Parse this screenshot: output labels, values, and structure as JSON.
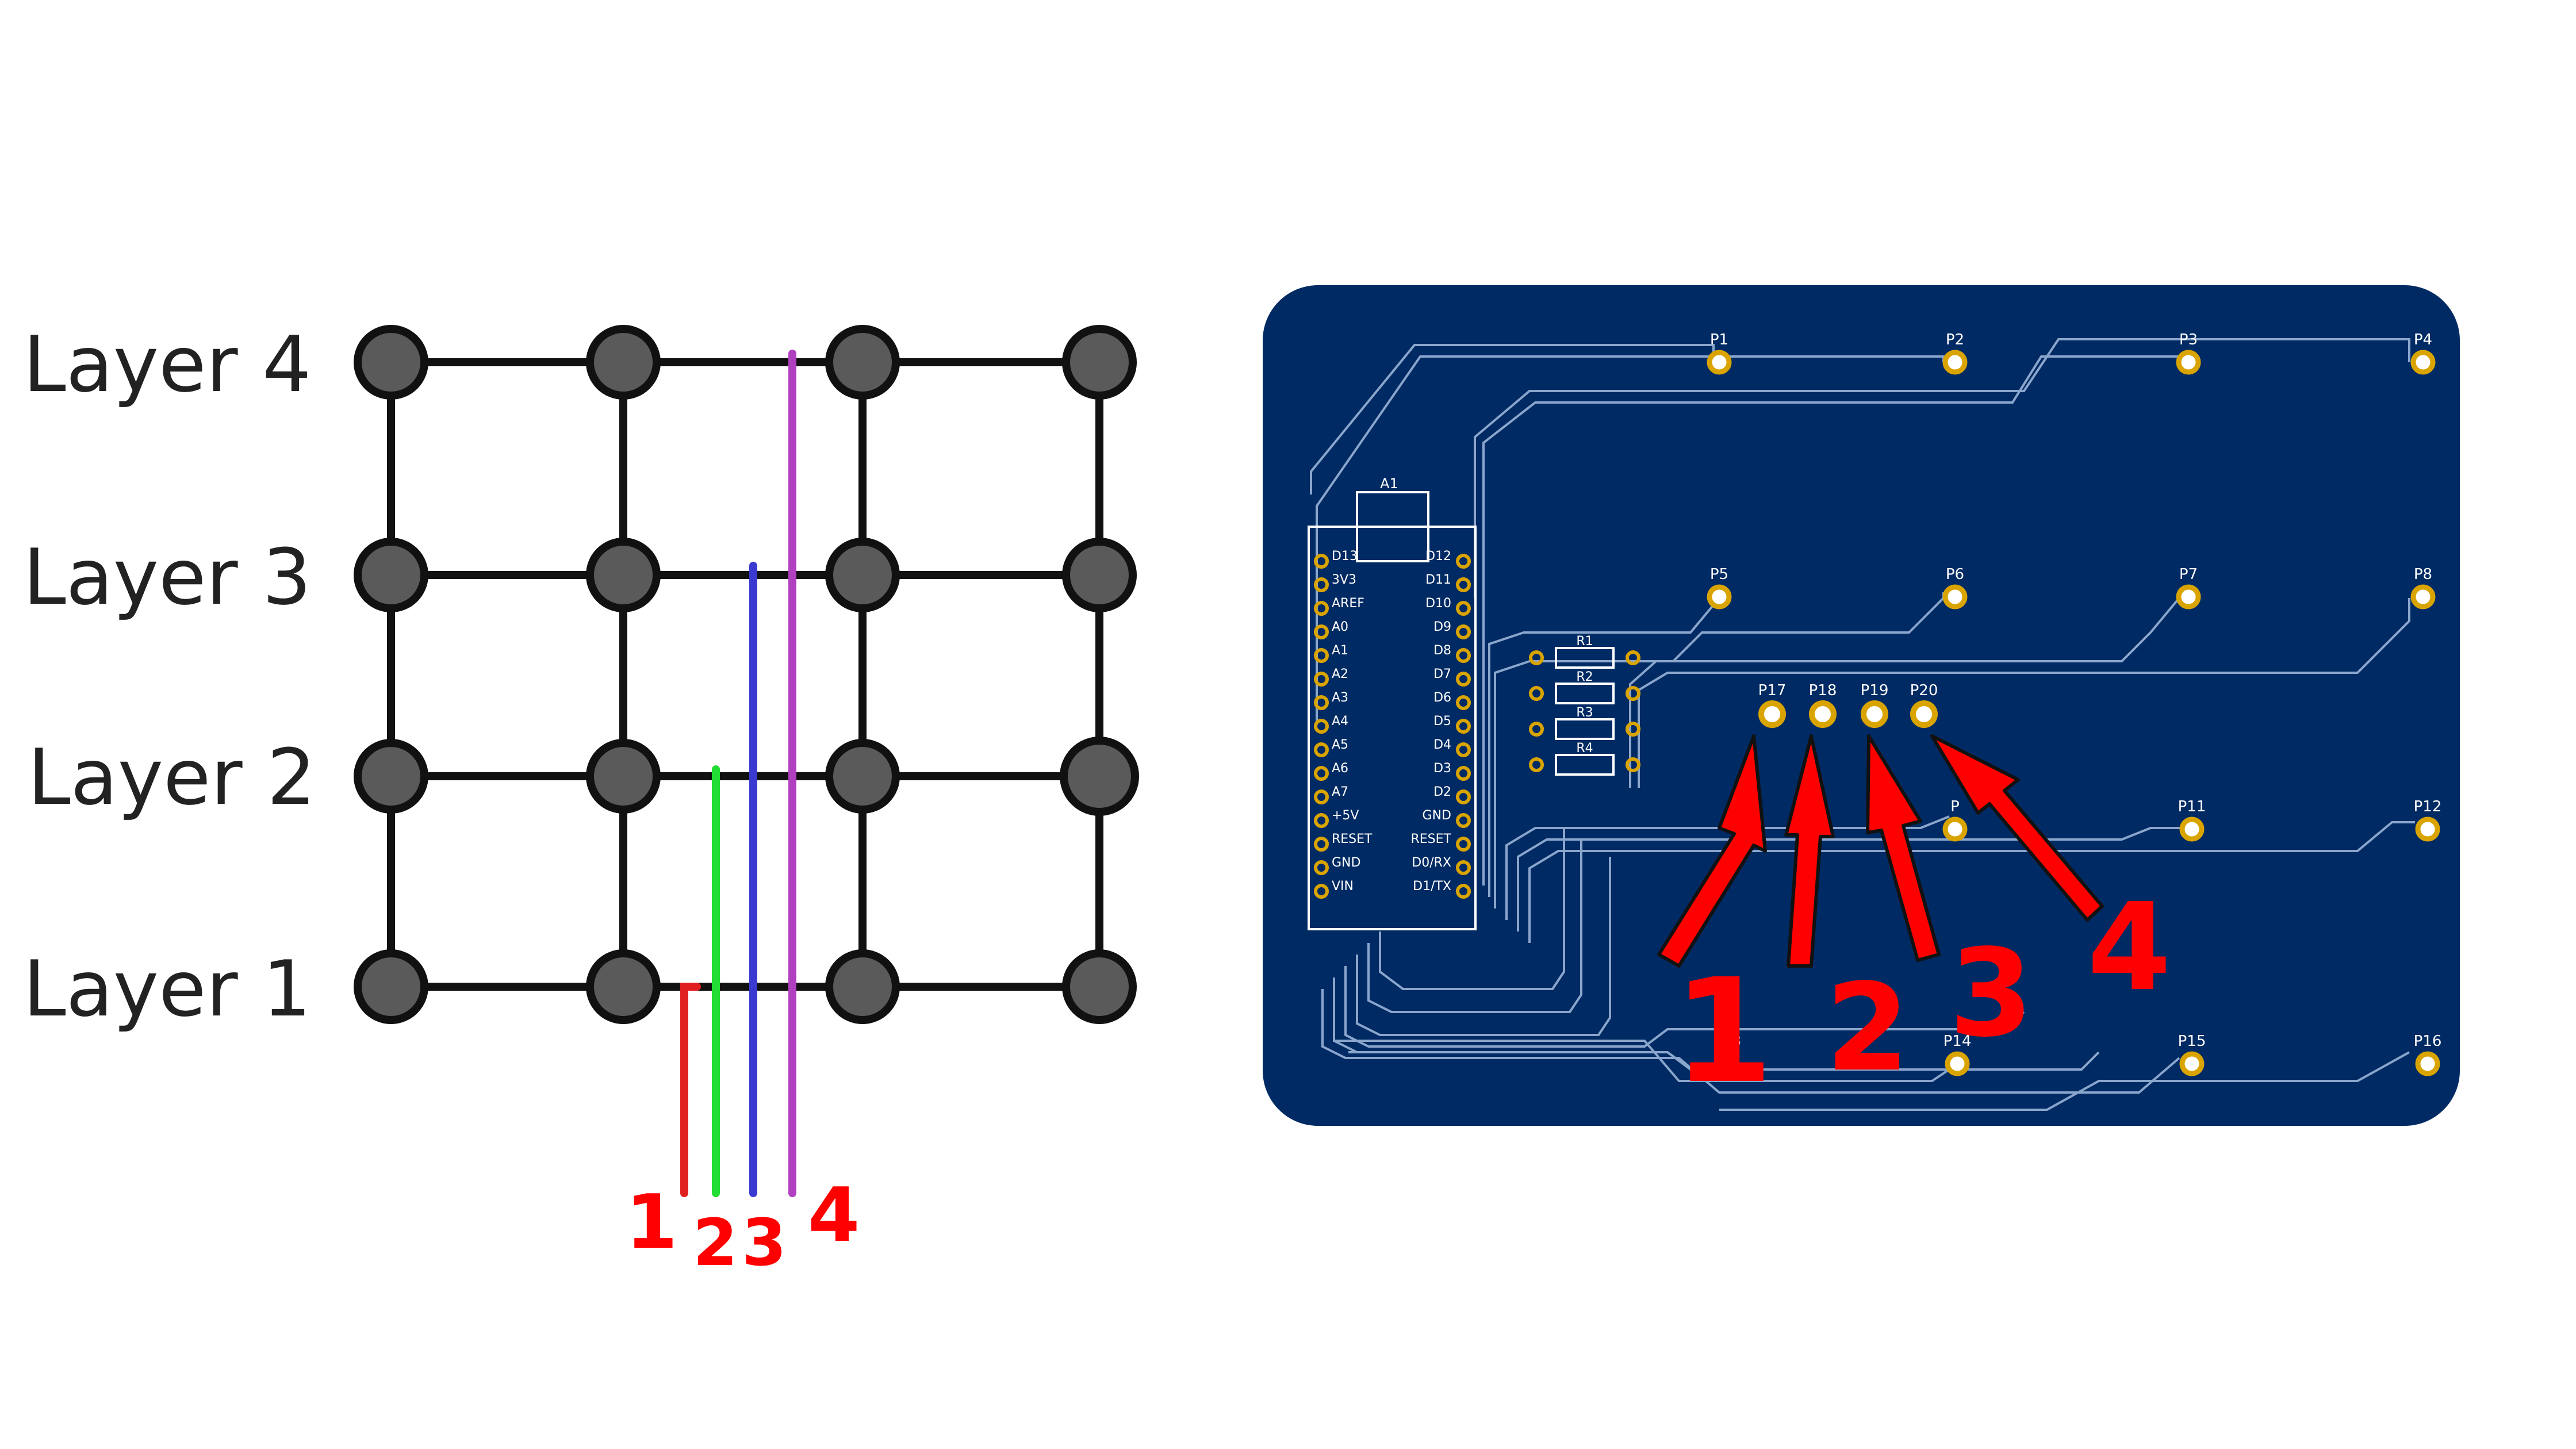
{
  "left_diagram": {
    "layer_labels": [
      "Layer 4",
      "Layer 3",
      "Layer 2",
      "Layer 1"
    ],
    "wire_numbers": [
      "1",
      "2",
      "3",
      "4"
    ],
    "wire_colors": [
      "#e02020",
      "#22dd33",
      "#3a3ad0",
      "#b040c0"
    ],
    "node_color": "#5a5a5a",
    "grid_color": "#111111"
  },
  "pcb": {
    "board_color": "#002a63",
    "trace_color": "#8aa6cc",
    "pad_color": "#d9a400",
    "module_label": "A1",
    "left_pins": [
      "D13",
      "3V3",
      "AREF",
      "A0",
      "A1",
      "A2",
      "A3",
      "A4",
      "A5",
      "A6",
      "A7",
      "+5V",
      "RESET",
      "GND",
      "VIN"
    ],
    "right_pins": [
      "D12",
      "D11",
      "D10",
      "D9",
      "D8",
      "D7",
      "D6",
      "D5",
      "D4",
      "D3",
      "D2",
      "GND",
      "RESET",
      "D0/RX",
      "D1/TX"
    ],
    "resistors": [
      "R1",
      "R2",
      "R3",
      "R4"
    ],
    "pads": {
      "row1": [
        "P1",
        "P2",
        "P3",
        "P4"
      ],
      "row2": [
        "P5",
        "P6",
        "P7",
        "P8"
      ],
      "row3": [
        "P",
        "P11",
        "P12"
      ],
      "row4": [
        "P13",
        "P14",
        "P15",
        "P16"
      ],
      "layer_pads": [
        "P17",
        "P18",
        "P19",
        "P20"
      ]
    },
    "arrow_numbers": [
      "1",
      "2",
      "3",
      "4"
    ],
    "arrow_color": "#ff0000"
  }
}
